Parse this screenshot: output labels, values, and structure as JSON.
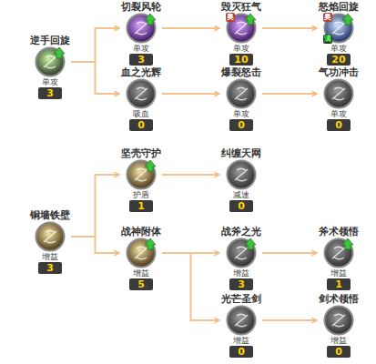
{
  "diagram": {
    "nodes": [
      {
        "text": [
          "逆手回旋",
          "单攻",
          "3"
        ]
      },
      {
        "text": [
          "切裂风轮",
          "单攻",
          "3"
        ]
      },
      {
        "text": [
          "毁灭狂气",
          "单攻",
          "10"
        ]
      },
      {
        "text": [
          "怒焰回旋",
          "单攻",
          "20"
        ]
      },
      {
        "text": [
          "血之光辉",
          "吸血",
          "0"
        ]
      },
      {
        "text": [
          "爆裂怒击",
          "单攻",
          "0"
        ]
      },
      {
        "text": [
          "气功冲击",
          "单攻",
          "0"
        ]
      },
      {
        "text": [
          "铜墙铁壁",
          "增益",
          "3"
        ]
      },
      {
        "text": [
          "坚壳守护",
          "护盾",
          "1"
        ]
      },
      {
        "text": [
          "纠缠天网",
          "减速",
          "0"
        ]
      },
      {
        "text": [
          "战神附体",
          "增益",
          "5"
        ]
      },
      {
        "text": [
          "战斧之光",
          "增益",
          "3"
        ]
      },
      {
        "text": [
          "斧术领悟",
          "增益",
          "1"
        ]
      },
      {
        "text": [
          "光芒圣剑",
          "增益",
          "0"
        ]
      },
      {
        "text": [
          "剑术领悟",
          "增益",
          "0"
        ]
      }
    ],
    "edges": [
      {
        "from": 0,
        "to": 1,
        "arrow": "to"
      },
      {
        "from": 0,
        "to": 4,
        "arrow": "to"
      },
      {
        "from": 1,
        "to": 2,
        "arrow": "to"
      },
      {
        "from": 2,
        "to": 3,
        "arrow": "to"
      },
      {
        "from": 4,
        "to": 5,
        "arrow": "to"
      },
      {
        "from": 5,
        "to": 6,
        "arrow": "to"
      },
      {
        "from": 7,
        "to": 8,
        "arrow": "to"
      },
      {
        "from": 7,
        "to": 10,
        "arrow": "to"
      },
      {
        "from": 8,
        "to": 9,
        "arrow": "to"
      },
      {
        "from": 10,
        "to": 11,
        "arrow": "to"
      },
      {
        "from": 10,
        "to": 13,
        "arrow": "to"
      },
      {
        "from": 11,
        "to": 12,
        "arrow": "to"
      },
      {
        "from": 13,
        "to": 14,
        "arrow": "to"
      }
    ],
    "labels": [
      "奥",
      "奥",
      "满"
    ]
  }
}
